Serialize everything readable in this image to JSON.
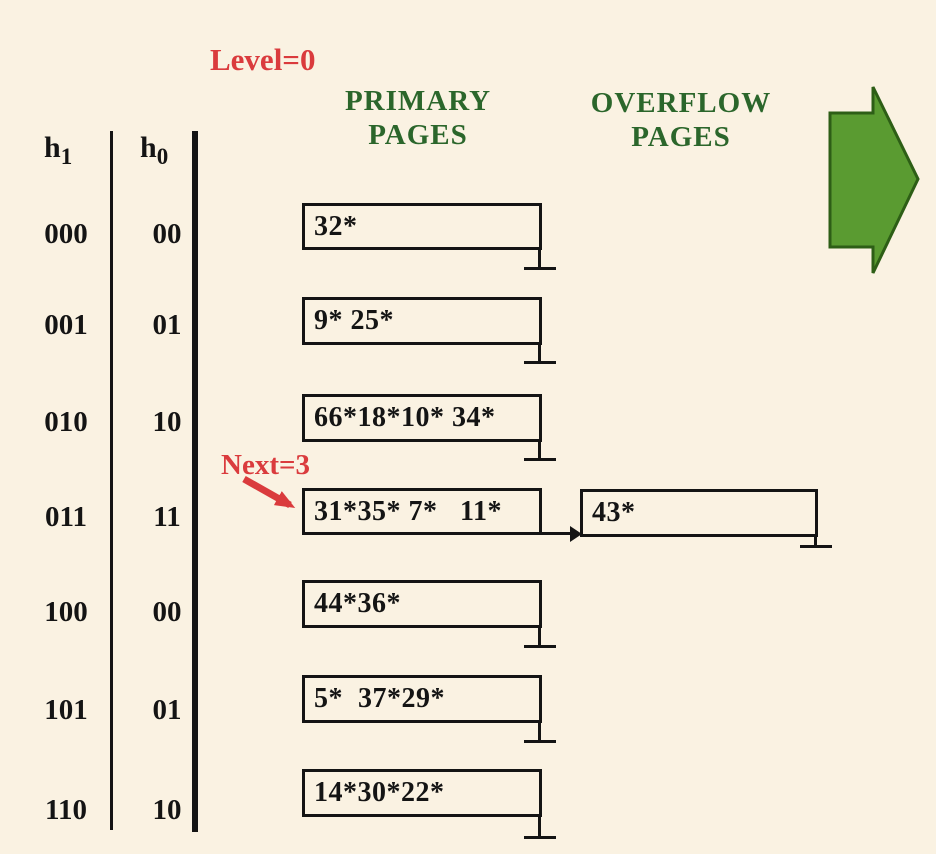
{
  "labels": {
    "level": "Level=0",
    "next": "Next=3"
  },
  "headers": {
    "primary_line1": "PRIMARY",
    "primary_line2": "PAGES",
    "overflow_line1": "OVERFLOW",
    "overflow_line2": "PAGES"
  },
  "columns": {
    "h1_base": "h",
    "h1_sub": "1",
    "h0_base": "h",
    "h0_sub": "0"
  },
  "rows": [
    {
      "h1": "000",
      "h0": "00",
      "bucket": "32*"
    },
    {
      "h1": "001",
      "h0": "01",
      "bucket": "9* 25*"
    },
    {
      "h1": "010",
      "h0": "10",
      "bucket": "66*18*10* 34*"
    },
    {
      "h1": "011",
      "h0": "11",
      "bucket": "31*35* 7*   11*"
    },
    {
      "h1": "100",
      "h0": "00",
      "bucket": "44*36*"
    },
    {
      "h1": "101",
      "h0": "01",
      "bucket": "5*  37*29*"
    },
    {
      "h1": "110",
      "h0": "10",
      "bucket": "14*30*22*"
    }
  ],
  "overflow_page": {
    "value": "43*"
  },
  "icons": {
    "big_right_arrow": "block-arrow-right",
    "next_arrow": "red-diagonal-arrow",
    "overflow_link_arrow": "arrow-right",
    "null_pointer": "ground-symbol"
  },
  "colors": {
    "background": "#faf2e2",
    "text_black": "#141414",
    "red": "#da3b3d",
    "green_text": "#2b662b",
    "arrow_fill": "#5a9b31",
    "arrow_stroke": "#2d5e16"
  }
}
